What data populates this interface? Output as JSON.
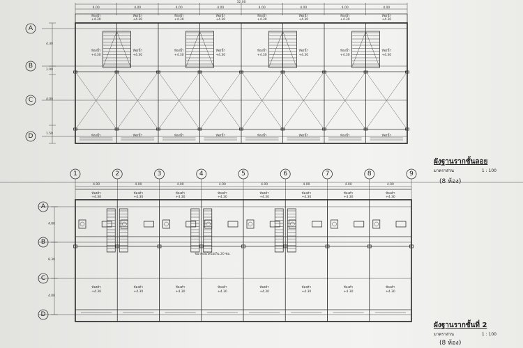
{
  "top_plan": {
    "overall_dim": "32.00",
    "bay_dims": [
      "4.00",
      "4.00",
      "4.00",
      "4.00",
      "4.00",
      "4.00",
      "4.00",
      "4.00"
    ],
    "row_labels": [
      "A",
      "B",
      "C",
      "D"
    ],
    "side_dims": [
      "4.30",
      "1.00",
      "4.00",
      "1.50"
    ],
    "room_label": "ห้องน้ำ",
    "room_size": "+4.30",
    "title": "ผังฐานรากชั้นลอย",
    "scale_label": "มาตราส่วน",
    "scale_value": "1 : 100",
    "note": "(8 ห้อง)"
  },
  "bottom_plan": {
    "column_labels": [
      "1",
      "2",
      "3",
      "4",
      "5",
      "6",
      "7",
      "8",
      "9"
    ],
    "row_labels": [
      "A",
      "B",
      "C",
      "D"
    ],
    "bay_dims": [
      "4.00",
      "4.00",
      "4.00",
      "4.00",
      "4.00",
      "4.00",
      "4.00",
      "4.00"
    ],
    "side_dims": [
      "4.00",
      "8.30",
      "4.00"
    ],
    "shop_label": "ห้องค้า",
    "shop_size": "+4.30",
    "center_note": "ขนาดบันไดไม่เกิน 20 ซม.",
    "title": "ผังฐานรากชั้นที่ 2",
    "scale_label": "มาตราส่วน",
    "scale_value": "1 : 100",
    "note": "(8 ห้อง)"
  }
}
